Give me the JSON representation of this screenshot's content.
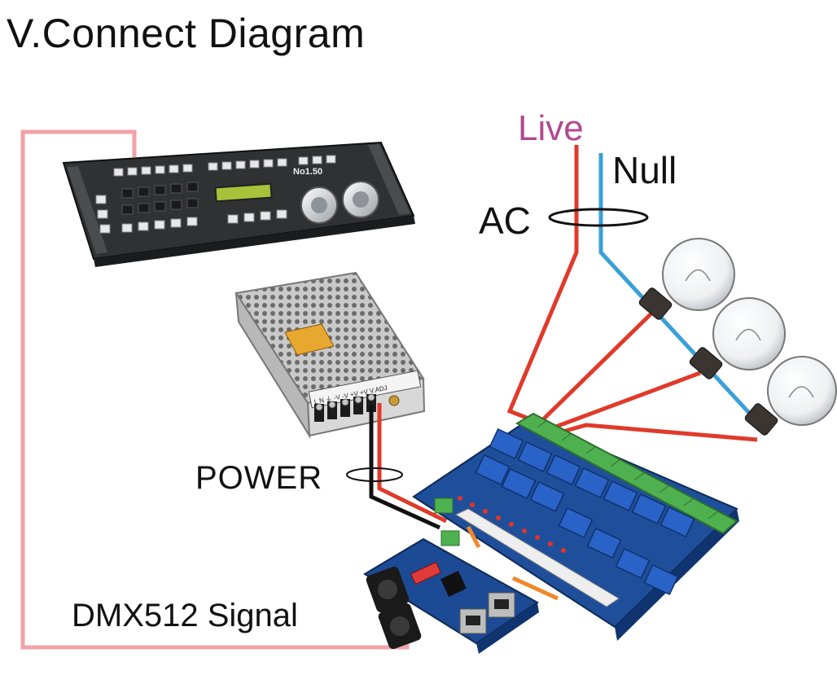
{
  "title": "V.Connect Diagram",
  "labels": {
    "live": "Live",
    "null": "Null",
    "ac": "AC",
    "power": "POWER",
    "dmx_signal": "DMX512 Signal"
  },
  "psu_terminal_text": "L  N  ⏚  -V  -V  +V  +V  V.ADJ",
  "controller_brand": "No1.50",
  "colors": {
    "live_wire": "#e03a2a",
    "null_wire": "#3aa0d8",
    "signal_wire": "#f2a3a8",
    "relay_board": "#1f4f9a",
    "relay": "#2a63c8",
    "terminal_strip": "#4fb04f"
  }
}
